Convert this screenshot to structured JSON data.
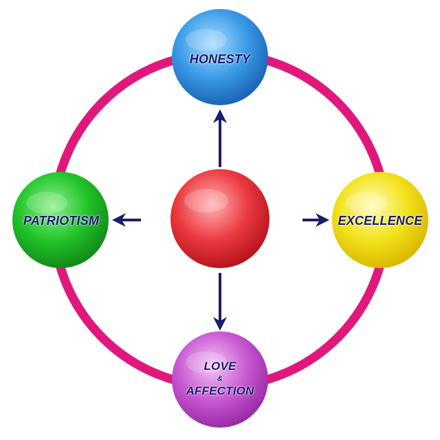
{
  "nodes": {
    "top": {
      "label": "HONESTY",
      "color": "#3b9be6"
    },
    "left": {
      "label": "PATRIOTISM",
      "color": "#22c52a"
    },
    "right": {
      "label": "EXCELLENCE",
      "color": "#f2e21c"
    },
    "bottom": {
      "line1": "LOVE",
      "line2": "&",
      "line3": "AFFECTION",
      "color": "#c85ad2"
    },
    "center": {
      "label": "",
      "color": "#e8323a"
    }
  },
  "colors": {
    "ring": "#e0187c",
    "arrow": "#1c1c6e"
  }
}
